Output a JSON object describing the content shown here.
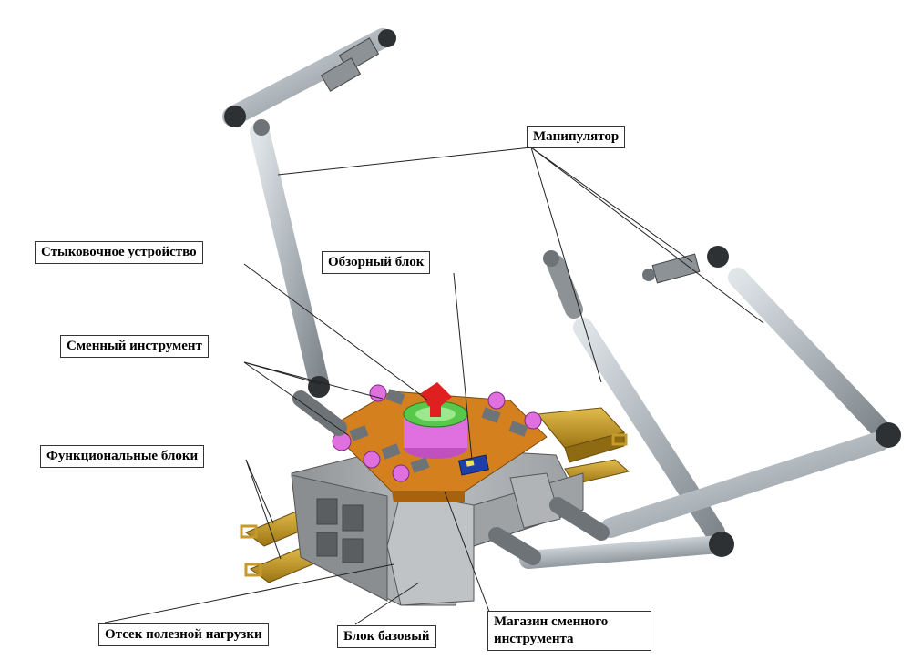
{
  "labels": {
    "manipulator": "Манипулятор",
    "docking_device": "Стыковочное устройство",
    "survey_block": "Обзорный блок",
    "replaceable_tool": "Сменный инструмент",
    "functional_blocks": "Функциональные блоки",
    "payload_compartment": "Отсек полезной нагрузки",
    "base_block": "Блок базовый",
    "tool_magazine_line1": "Магазин сменного",
    "tool_magazine_line2": "инструмента"
  },
  "colors": {
    "arm_tube": "#b4bcc2",
    "arm_joint": "#6e7377",
    "base_grey": "#a9adb0",
    "base_dark": "#7e8285",
    "platform_orange": "#d4801e",
    "functional_gold": "#c49a2a",
    "docking_pink": "#e070e0",
    "docking_green": "#58c84a",
    "docking_red": "#e02020",
    "survey_blue": "#1e3fa8",
    "leader_line": "#222222"
  }
}
